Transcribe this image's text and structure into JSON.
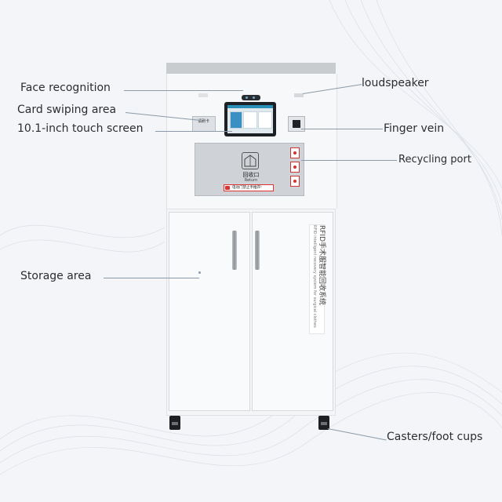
{
  "labels": {
    "face_recognition": "Face recognition",
    "card_swiping_area": "Card swiping area",
    "touch_screen": "10.1-inch touch screen",
    "loudspeaker": "loudspeaker",
    "finger_vein": "Finger vein",
    "recycling_port": "Recycling port",
    "storage_area": "Storage area",
    "casters": "Casters/foot cups"
  },
  "machine": {
    "card_reader_label": "请刷卡",
    "port_title": "回收口",
    "port_subtitle": "Return",
    "warning_text": "电动门禁止手推开!",
    "sticker_title": "RFID手术服智能回收系统",
    "sticker_subtitle": "RFID intelligent recovery system for surgical clothes"
  },
  "colors": {
    "background": "#f3f5f8",
    "cabinet": "#f7f8f9",
    "cap": "#c9cccf",
    "recycle_panel": "#cfd3d7",
    "leader_line": "#8a9aa8"
  }
}
